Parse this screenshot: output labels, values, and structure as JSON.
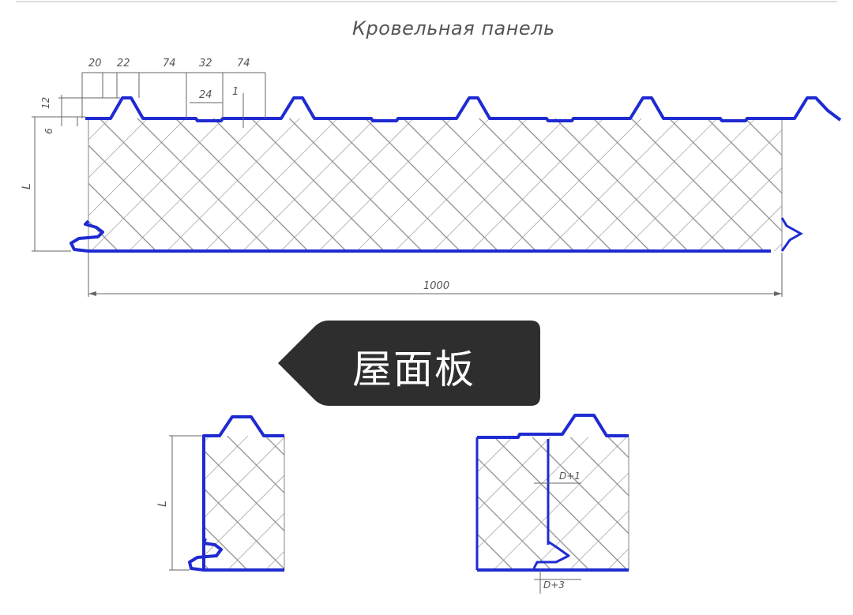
{
  "title": "Кровельная панель",
  "badge": {
    "text": "屋面板"
  },
  "colors": {
    "steel_outline": "#1f2bd1",
    "hatch": "#8a8a8a",
    "dim_line": "#666666",
    "badge_bg": "#2e2e2e"
  },
  "dims": {
    "d20": "20",
    "d22": "22",
    "d74a": "74",
    "d32": "32",
    "d74b": "74",
    "d24": "24",
    "d1": "1",
    "d12": "12",
    "d6": "6",
    "dL": "L",
    "d1000": "1000",
    "dL2": "L",
    "dD1": "D+1",
    "dD3": "D+3"
  }
}
